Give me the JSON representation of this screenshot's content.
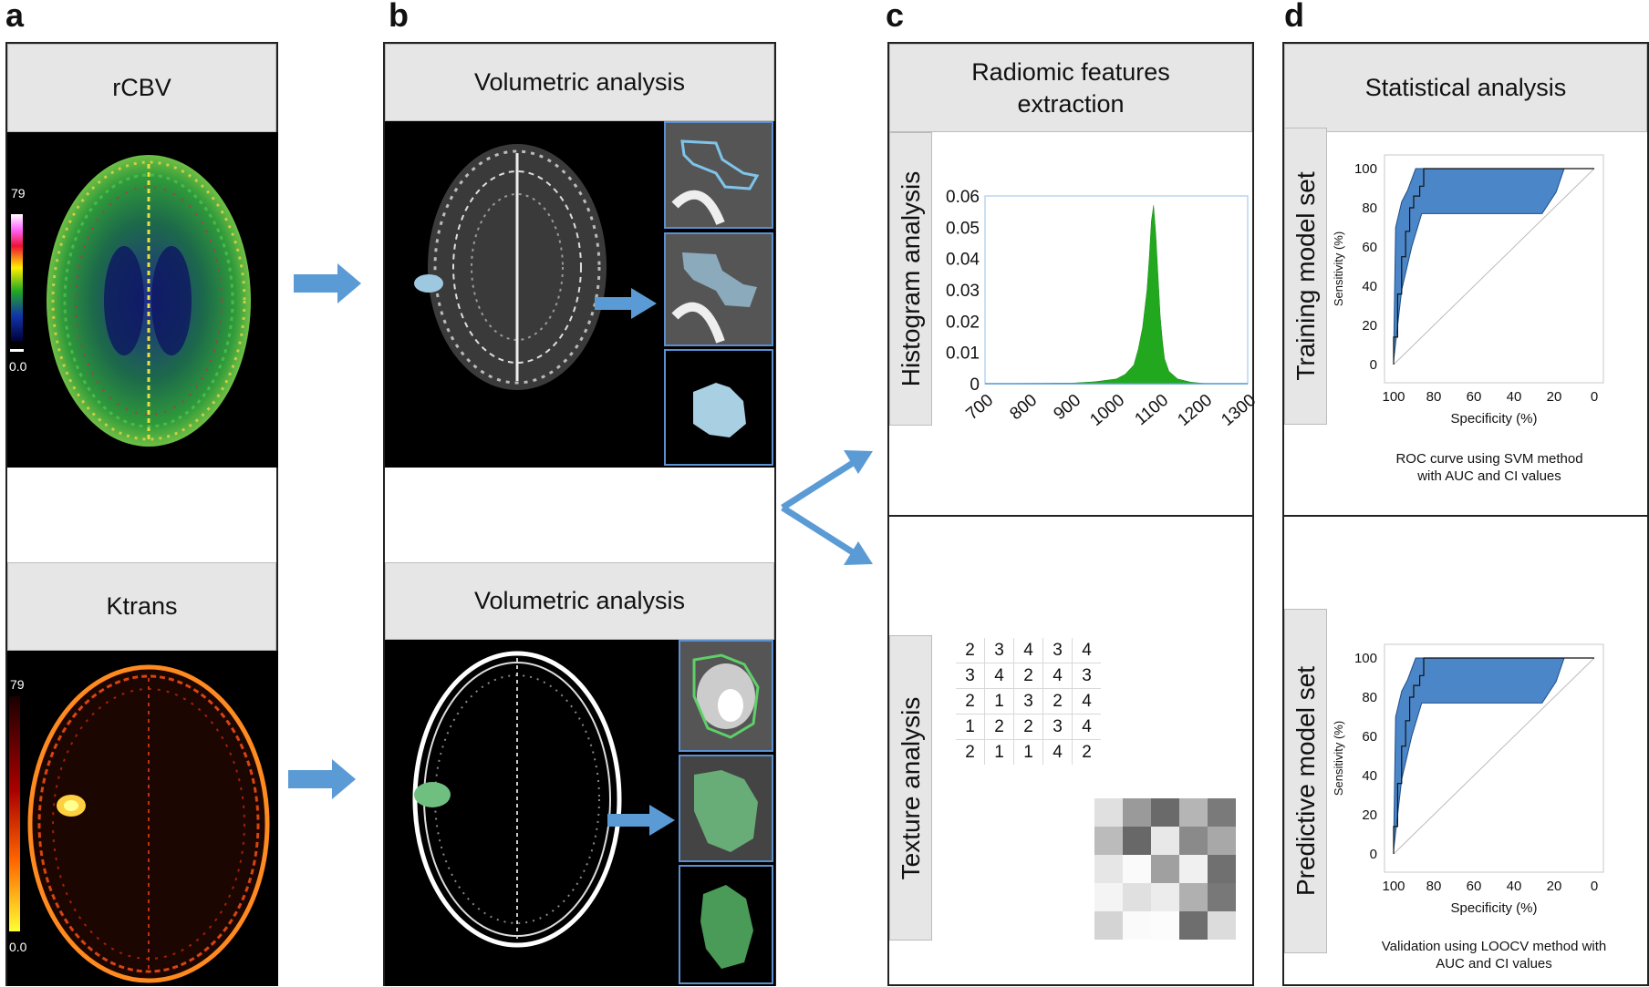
{
  "panel_labels": {
    "a": "a",
    "b": "b",
    "c": "c",
    "d": "d"
  },
  "panel_a": {
    "top_title": "rCBV",
    "top_scale_max": "79",
    "top_scale_min": "0.0",
    "bottom_title": "Ktrans",
    "bottom_scale_max": "79",
    "bottom_scale_min": "0.0"
  },
  "panel_b": {
    "top_title": "Volumetric analysis",
    "bottom_title": "Volumetric analysis"
  },
  "panel_c": {
    "title_line1": "Radiomic features",
    "title_line2": "extraction",
    "histogram_tab": "Histogram analysis",
    "texture_tab": "Texture analysis",
    "matrix": [
      [
        2,
        3,
        4,
        3,
        4
      ],
      [
        3,
        4,
        2,
        4,
        3
      ],
      [
        2,
        1,
        3,
        2,
        4
      ],
      [
        1,
        2,
        2,
        3,
        4
      ],
      [
        2,
        1,
        1,
        4,
        2
      ]
    ],
    "texture_grays": [
      [
        "#e0e0e0",
        "#9a9a9a",
        "#6a6a6a",
        "#b5b5b5",
        "#7a7a7a"
      ],
      [
        "#bbbbbb",
        "#686868",
        "#e8e8e8",
        "#8a8a8a",
        "#a8a8a8"
      ],
      [
        "#e6e6e6",
        "#fafafa",
        "#a0a0a0",
        "#f0f0f0",
        "#707070"
      ],
      [
        "#f4f4f4",
        "#e0e0e0",
        "#ececec",
        "#b0b0b0",
        "#787878"
      ],
      [
        "#d4d4d4",
        "#fafafa",
        "#fcfcfc",
        "#6e6e6e",
        "#dcdcdc"
      ]
    ]
  },
  "panel_d": {
    "title": "Statistical analysis",
    "training_tab": "Training model set",
    "predictive_tab": "Predictive model set",
    "training_caption": [
      "ROC curve using SVM method",
      "with AUC and CI values"
    ],
    "predictive_caption": [
      "Validation using LOOCV method with",
      "AUC and CI values"
    ]
  },
  "colors": {
    "accent": "#5b9bd5",
    "band": "#4a86c8",
    "histogram": "#22a81e"
  },
  "chart_data": [
    {
      "type": "area",
      "title": "",
      "xlabel": "",
      "ylabel": "",
      "xlim": [
        700,
        1300
      ],
      "ylim": [
        0,
        0.06
      ],
      "xticks": [
        700,
        800,
        900,
        1000,
        1100,
        1200,
        1300
      ],
      "yticks": [
        "0",
        "0.01",
        "0.02",
        "0.03",
        "0.04",
        "0.05",
        "0.06"
      ],
      "x": [
        700,
        900,
        950,
        1000,
        1020,
        1040,
        1050,
        1060,
        1070,
        1075,
        1080,
        1085,
        1090,
        1095,
        1100,
        1105,
        1110,
        1120,
        1140,
        1170,
        1200,
        1300
      ],
      "values": [
        0,
        0.0002,
        0.0006,
        0.0015,
        0.003,
        0.006,
        0.011,
        0.018,
        0.03,
        0.04,
        0.052,
        0.057,
        0.048,
        0.035,
        0.022,
        0.014,
        0.008,
        0.004,
        0.0015,
        0.0005,
        0.0001,
        0
      ]
    },
    {
      "type": "line",
      "xlabel": "Specificity (%)",
      "ylabel": "Sensitivity (%)",
      "xlim": [
        100,
        0
      ],
      "ylim": [
        0,
        100
      ],
      "xticks": [
        "100",
        "80",
        "60",
        "40",
        "20",
        "0"
      ],
      "yticks": [
        "0",
        "20",
        "40",
        "60",
        "80",
        "100"
      ],
      "series": [
        {
          "x": [
            100,
            100,
            98,
            98,
            96,
            96,
            94,
            94,
            92,
            92,
            90,
            90,
            87,
            87,
            85,
            85,
            25,
            25,
            0
          ],
          "y": [
            0,
            14,
            14,
            36,
            36,
            55,
            55,
            68,
            68,
            80,
            80,
            86,
            86,
            91,
            91,
            100,
            100,
            100,
            100
          ]
        }
      ],
      "band_upper": [
        [
          100,
          5
        ],
        [
          99,
          70
        ],
        [
          96,
          83
        ],
        [
          93,
          89
        ],
        [
          89,
          100
        ],
        [
          15,
          100
        ]
      ],
      "band_lower": [
        [
          15,
          100
        ],
        [
          19,
          88
        ],
        [
          26,
          77
        ],
        [
          55,
          77
        ],
        [
          86,
          77
        ],
        [
          91,
          60
        ],
        [
          96,
          38
        ],
        [
          100,
          2
        ]
      ],
      "diagonal": true
    },
    {
      "type": "line",
      "xlabel": "Specificity (%)",
      "ylabel": "Sensitivity (%)",
      "xlim": [
        100,
        0
      ],
      "ylim": [
        0,
        100
      ],
      "xticks": [
        "100",
        "80",
        "60",
        "40",
        "20",
        "0"
      ],
      "yticks": [
        "0",
        "20",
        "40",
        "60",
        "80",
        "100"
      ],
      "series": [
        {
          "x": [
            100,
            100,
            98,
            98,
            96,
            96,
            94,
            94,
            92,
            92,
            90,
            90,
            87,
            87,
            85,
            85,
            25,
            25,
            0
          ],
          "y": [
            0,
            14,
            14,
            36,
            36,
            55,
            55,
            68,
            68,
            80,
            80,
            86,
            86,
            91,
            91,
            100,
            100,
            100,
            100
          ]
        }
      ],
      "band_upper": [
        [
          100,
          5
        ],
        [
          99,
          70
        ],
        [
          96,
          83
        ],
        [
          93,
          89
        ],
        [
          89,
          100
        ],
        [
          15,
          100
        ]
      ],
      "band_lower": [
        [
          15,
          100
        ],
        [
          19,
          88
        ],
        [
          26,
          77
        ],
        [
          55,
          77
        ],
        [
          86,
          77
        ],
        [
          91,
          60
        ],
        [
          96,
          38
        ],
        [
          100,
          2
        ]
      ],
      "diagonal": true
    }
  ]
}
